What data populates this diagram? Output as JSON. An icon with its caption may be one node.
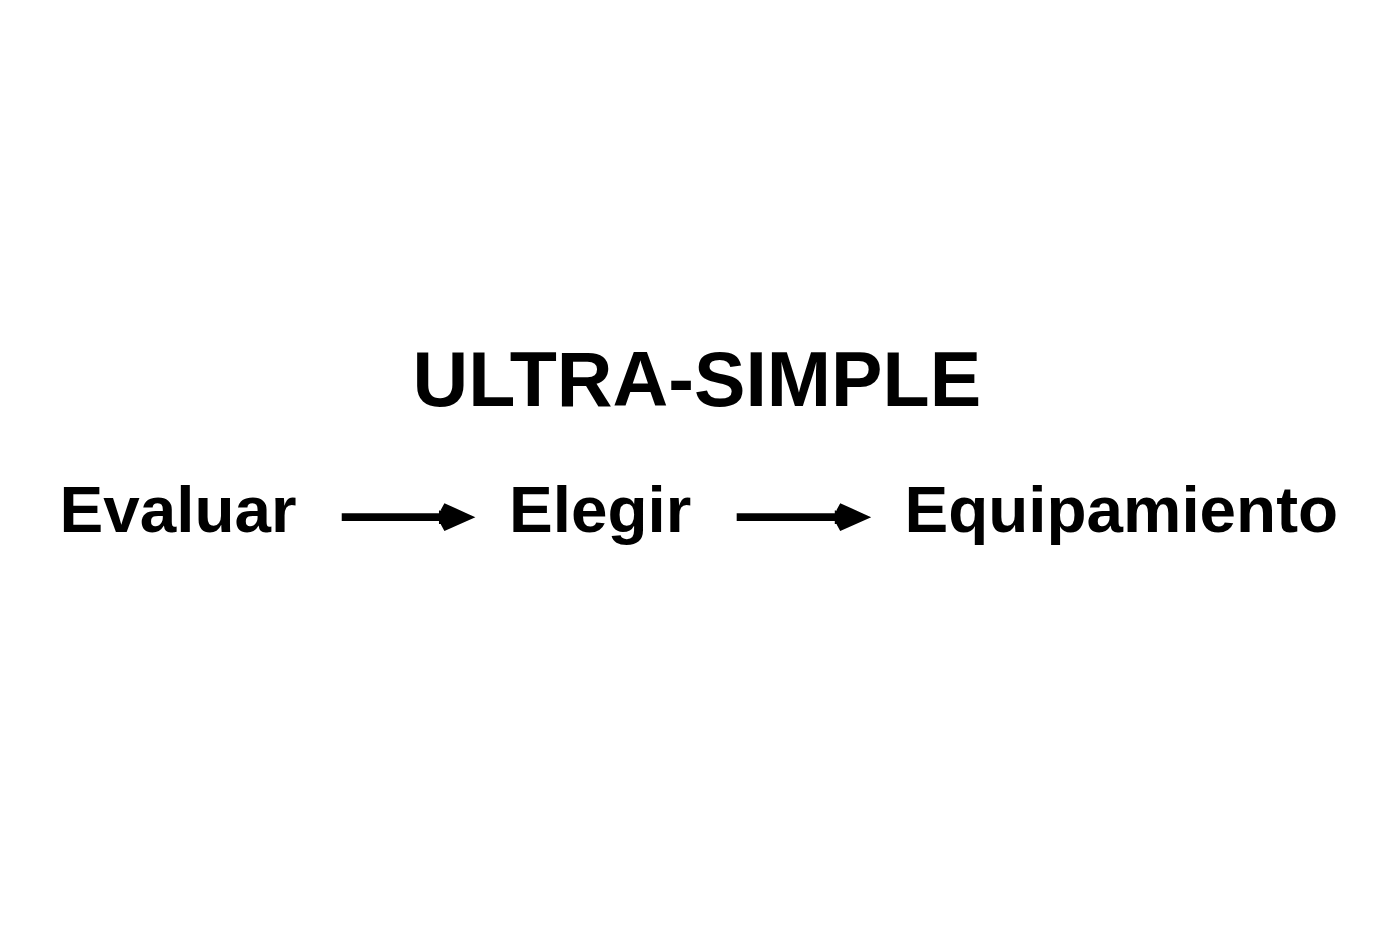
{
  "diagram": {
    "title": "ULTRA-SIMPLE",
    "nodes": [
      {
        "text": [
          "Evaluar"
        ]
      },
      {
        "text": [
          "Elegir"
        ]
      },
      {
        "text": [
          "Equipamiento"
        ]
      }
    ],
    "edges": [
      {
        "from": 0,
        "to": 1,
        "arrow": "to"
      },
      {
        "from": 1,
        "to": 2,
        "arrow": "to"
      }
    ]
  }
}
